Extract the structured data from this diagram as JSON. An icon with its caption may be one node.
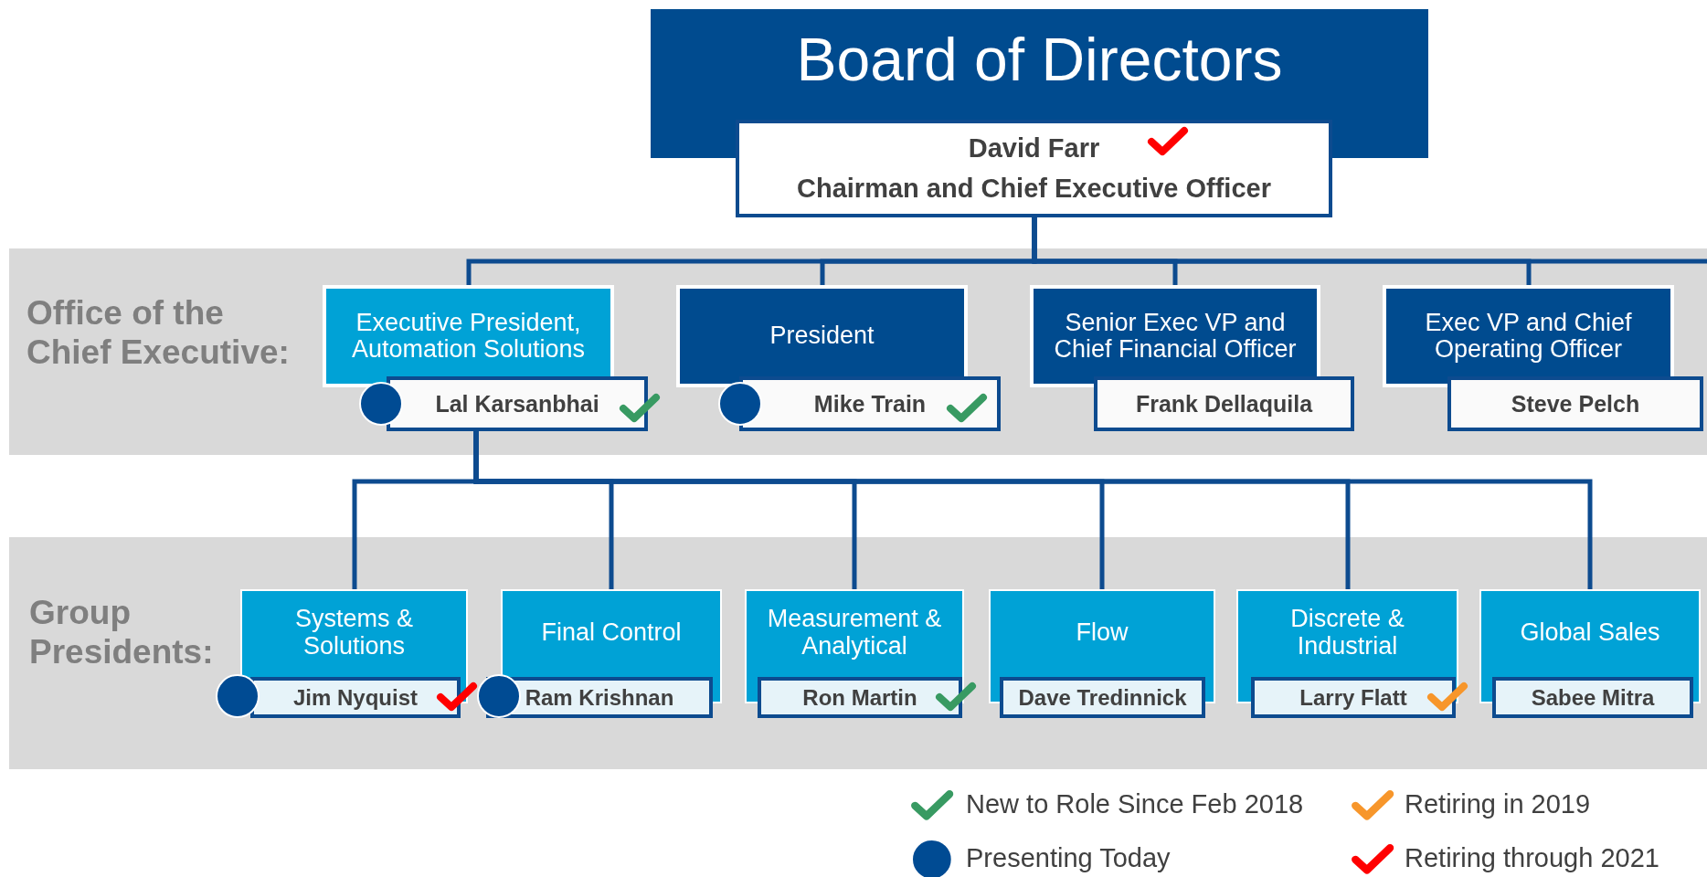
{
  "diagram": {
    "nodes": [
      {
        "text": [
          "Board of Directors"
        ]
      },
      {
        "text": [
          "David Farr",
          "Chairman and Chief Executive Officer"
        ]
      },
      {
        "text": [
          "Executive President, Automation Solutions"
        ]
      },
      {
        "text": [
          "Lal Karsanbhai"
        ]
      },
      {
        "text": [
          "President"
        ]
      },
      {
        "text": [
          "Mike Train"
        ]
      },
      {
        "text": [
          "Senior Exec VP and Chief Financial Officer"
        ]
      },
      {
        "text": [
          "Frank Dellaquila"
        ]
      },
      {
        "text": [
          "Exec VP and Chief Operating Officer"
        ]
      },
      {
        "text": [
          "Steve Pelch"
        ]
      },
      {
        "text": [
          "Systems & Solutions"
        ]
      },
      {
        "text": [
          "Jim Nyquist"
        ]
      },
      {
        "text": [
          "Final Control"
        ]
      },
      {
        "text": [
          "Ram Krishnan"
        ]
      },
      {
        "text": [
          "Measurement & Analytical"
        ]
      },
      {
        "text": [
          "Ron Martin"
        ]
      },
      {
        "text": [
          "Flow"
        ]
      },
      {
        "text": [
          "Dave Tredinnick"
        ]
      },
      {
        "text": [
          "Discrete & Industrial"
        ]
      },
      {
        "text": [
          "Larry Flatt"
        ]
      },
      {
        "text": [
          "Global Sales"
        ]
      },
      {
        "text": [
          "Sabee Mitra"
        ]
      }
    ],
    "edges": [
      {
        "from": 1,
        "to": 2,
        "arrow": "none"
      },
      {
        "from": 1,
        "to": 4,
        "arrow": "none"
      },
      {
        "from": 1,
        "to": 6,
        "arrow": "none"
      },
      {
        "from": 1,
        "to": 8,
        "arrow": "none"
      },
      {
        "from": 1,
        "to": null,
        "arrow": "none"
      },
      {
        "from": 3,
        "to": 10,
        "arrow": "none"
      },
      {
        "from": 3,
        "to": 12,
        "arrow": "none"
      },
      {
        "from": 3,
        "to": 14,
        "arrow": "none"
      },
      {
        "from": 3,
        "to": 16,
        "arrow": "none"
      },
      {
        "from": 3,
        "to": 18,
        "arrow": "none"
      },
      {
        "from": 3,
        "to": 20,
        "arrow": "none"
      }
    ],
    "labels": [
      "Office of the Chief Executive:",
      "Group Presidents:"
    ],
    "legend": [
      {
        "text": "New to Role Since Feb 2018"
      },
      {
        "text": "Retiring in 2019"
      },
      {
        "text": "Presenting Today"
      },
      {
        "text": "Retiring through 2021"
      }
    ]
  }
}
